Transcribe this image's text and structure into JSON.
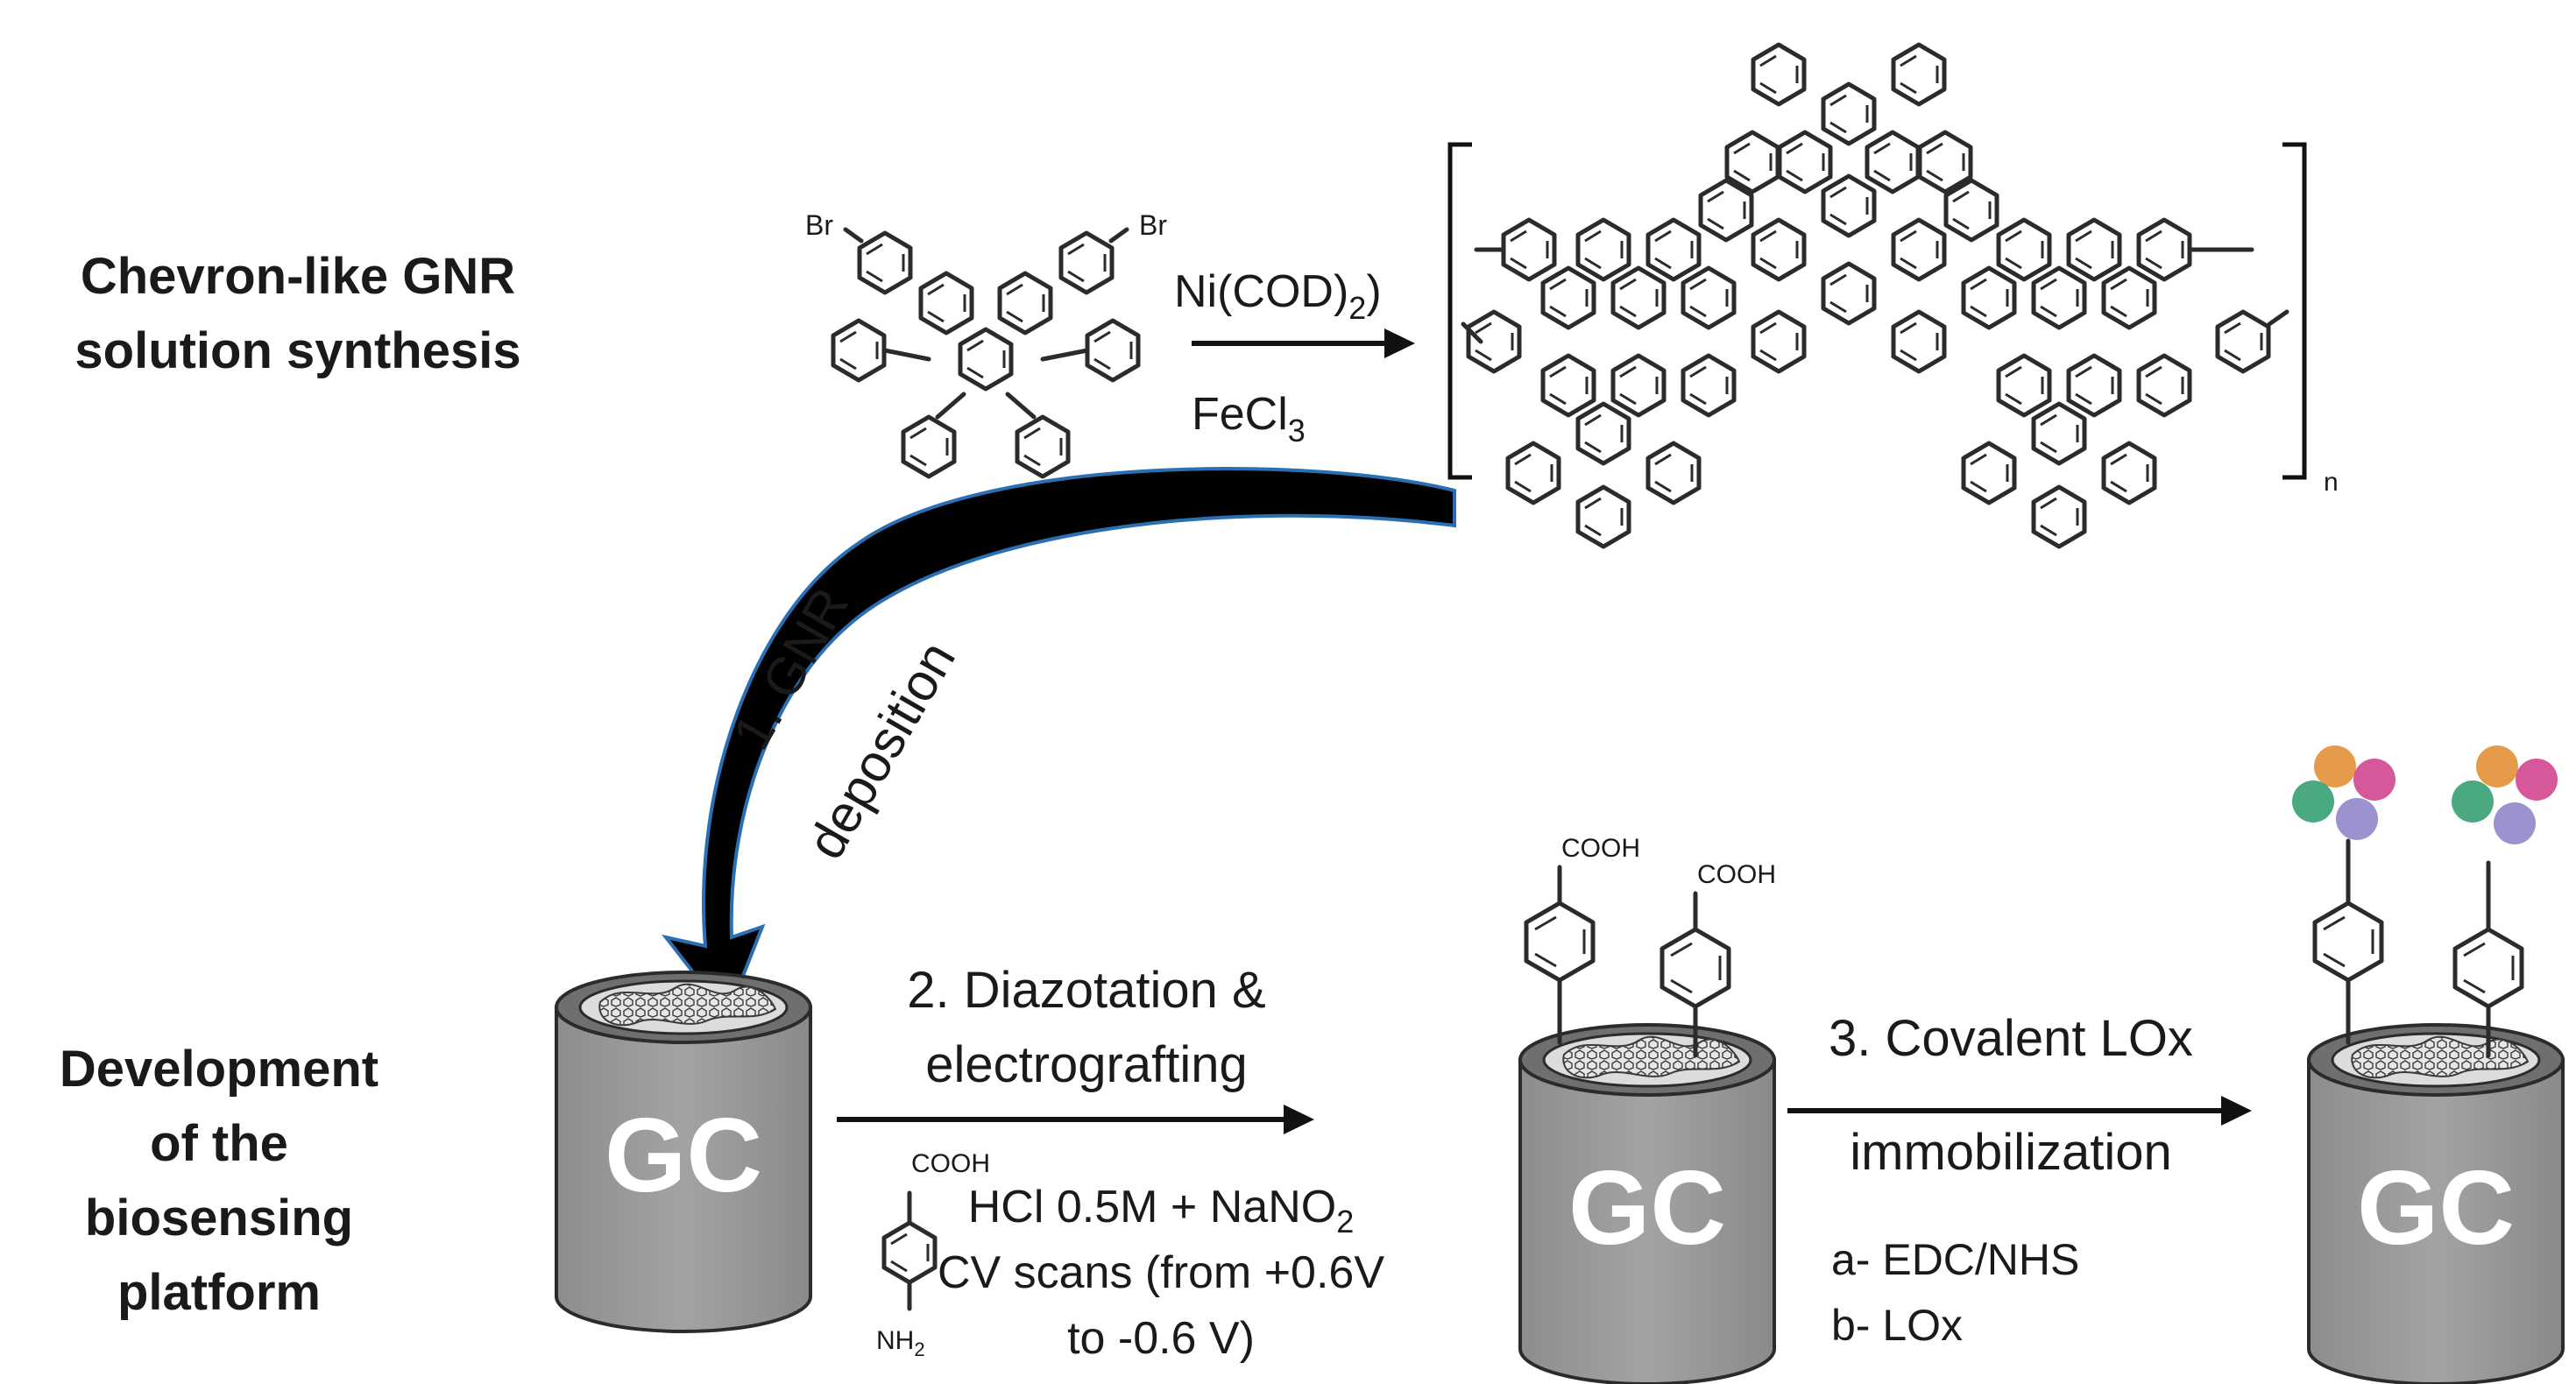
{
  "labels": {
    "section1_line1": "Chevron-like GNR",
    "section1_line2": "solution synthesis",
    "section2_line1": "Development",
    "section2_line2": "of the",
    "section2_line3": "biosensing",
    "section2_line4": "platform"
  },
  "reaction": {
    "reagent1_main": "Ni(COD)",
    "reagent1_sub": "2",
    "reagent2_main": "FeCl",
    "reagent2_sub": "3",
    "br_left": "Br",
    "br_right": "Br",
    "repeat_n": "n"
  },
  "step1": {
    "line1": "1. GNR",
    "line2": "deposition"
  },
  "step2": {
    "line1": "2. Diazotation &",
    "line2": "electrografting",
    "cond1_main": "HCl 0.5M + NaNO",
    "cond1_sub": "2",
    "cond2": "CV scans (from +0.6V",
    "cond3": "to -0.6 V)",
    "reagent_top": "COOH",
    "reagent_bottom_main": "NH",
    "reagent_bottom_sub": "2"
  },
  "step3": {
    "line1": "3. Covalent LOx",
    "line2": "immobilization",
    "cond1": "a- EDC/NHS",
    "cond2": "b- LOx"
  },
  "electrodes": {
    "label": "GC",
    "cooh": "COOH"
  },
  "colors": {
    "electrode_body": "#9a9a9a",
    "electrode_top": "#6f6f6f",
    "arrow_fill": "#000000",
    "arrow_edge": "#2a6fb3"
  }
}
